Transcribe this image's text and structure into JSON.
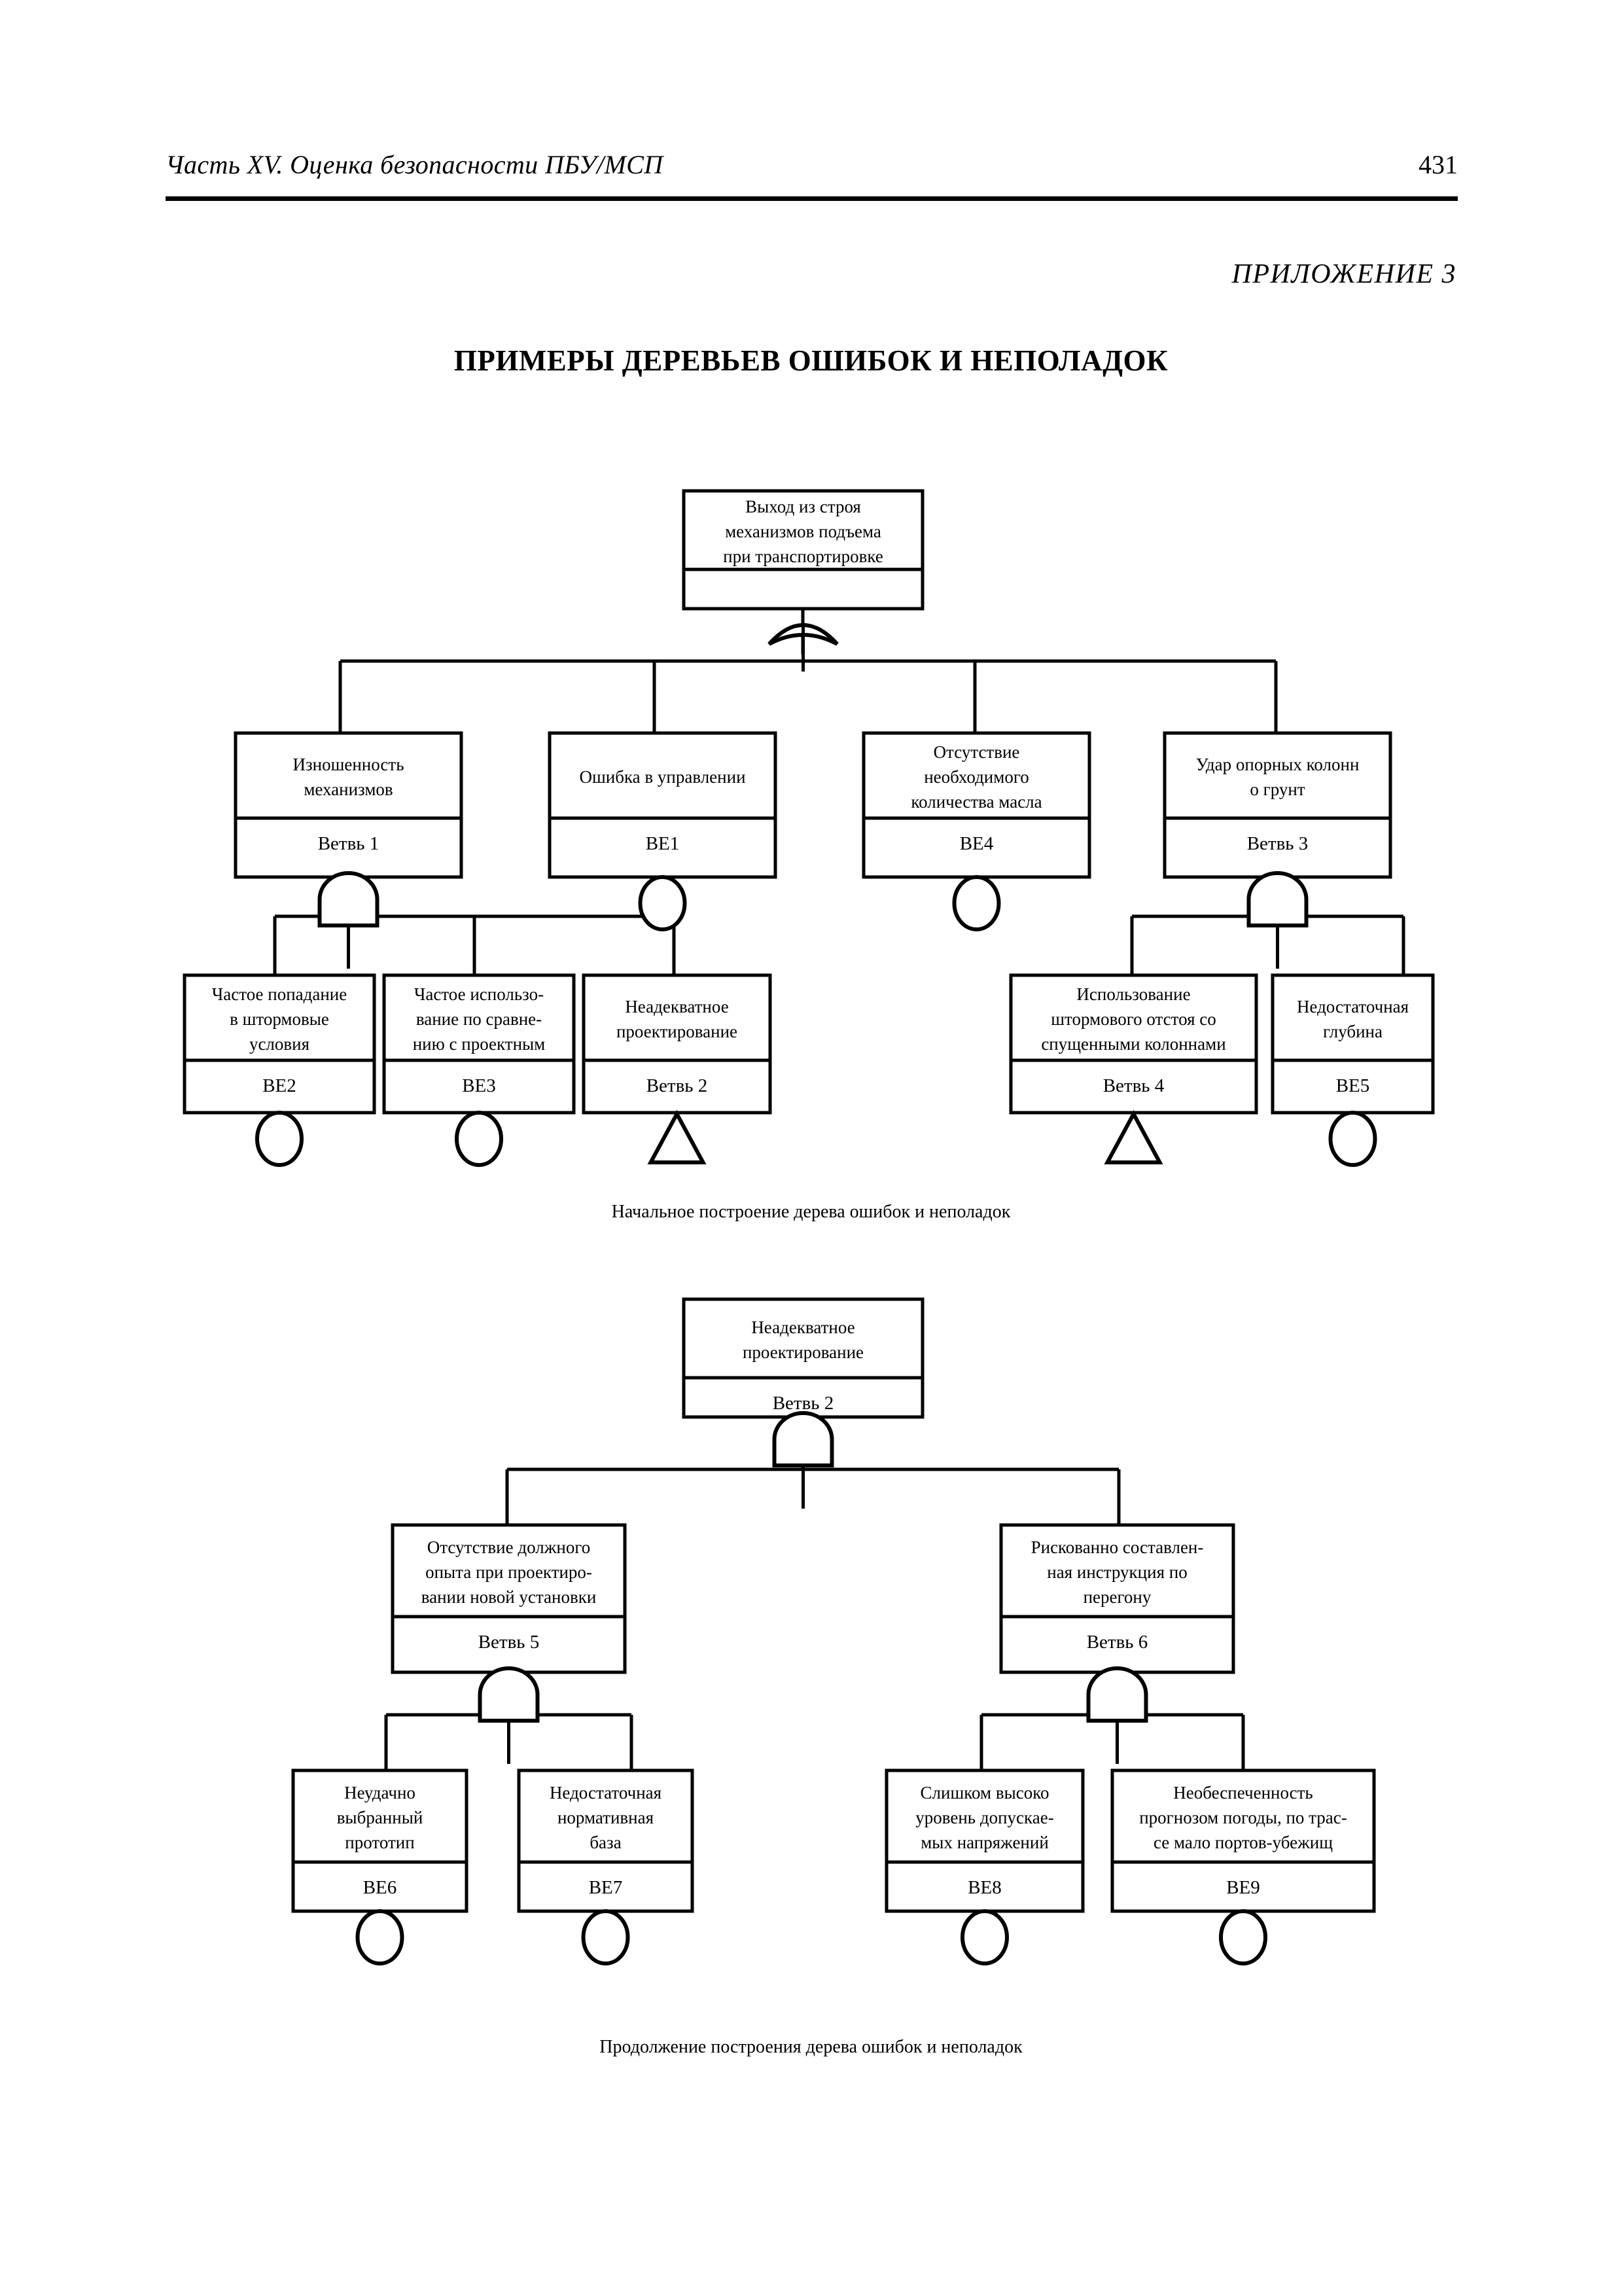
{
  "header": {
    "title": "Часть XV. Оценка безопасности ПБУ/МСП",
    "page_number": "431",
    "appendix_label": "ПРИЛОЖЕНИЕ 3"
  },
  "document": {
    "title": "ПРИМЕРЫ ДЕРЕВЬЕВ ОШИБОК И НЕПОЛАДОК"
  },
  "figures": [
    {
      "id": "figure-1",
      "caption": "Начальное построение дерева ошибок и неполадок",
      "nodes": [
        {
          "key": "top",
          "lines": [
            "Выход из строя",
            "механизмов подъема",
            "при транспортировке"
          ],
          "code": "",
          "symbol": "or-gate"
        },
        {
          "key": "n1",
          "lines": [
            "Изношенность",
            "механизмов"
          ],
          "code": "Ветвь 1",
          "symbol": "and-gate"
        },
        {
          "key": "n2",
          "lines": [
            "Ошибка в управлении"
          ],
          "code": "BE1",
          "symbol": "circle"
        },
        {
          "key": "n3",
          "lines": [
            "Отсутствие",
            "необходимого",
            "количества масла"
          ],
          "code": "BE4",
          "symbol": "circle"
        },
        {
          "key": "n4",
          "lines": [
            "Удар опорных колонн",
            "о грунт"
          ],
          "code": "Ветвь 3",
          "symbol": "and-gate"
        },
        {
          "key": "n5",
          "lines": [
            "Частое попадание",
            "в штормовые",
            "условия"
          ],
          "code": "BE2",
          "symbol": "circle"
        },
        {
          "key": "n6",
          "lines": [
            "Частое использо-",
            "вание по сравне-",
            "нию с проектным"
          ],
          "code": "BE3",
          "symbol": "circle"
        },
        {
          "key": "n7",
          "lines": [
            "Неадекватное",
            "проектирование"
          ],
          "code": "Ветвь 2",
          "symbol": "triangle"
        },
        {
          "key": "n8",
          "lines": [
            "Использование",
            "штормового отстоя со",
            "спущенными колоннами"
          ],
          "code": "Ветвь 4",
          "symbol": "triangle"
        },
        {
          "key": "n9",
          "lines": [
            "Недостаточная",
            "глубина"
          ],
          "code": "BE5",
          "symbol": "circle"
        }
      ]
    },
    {
      "id": "figure-2",
      "caption": "Продолжение построения дерева ошибок и неполадок",
      "nodes": [
        {
          "key": "top",
          "lines": [
            "Неадекватное",
            "проектирование"
          ],
          "code": "Ветвь 2",
          "symbol": "and-gate"
        },
        {
          "key": "m1",
          "lines": [
            "Отсутствие должного",
            "опыта при проектиро-",
            "вании новой установки"
          ],
          "code": "Ветвь 5",
          "symbol": "and-gate"
        },
        {
          "key": "m2",
          "lines": [
            "Рискованно составлен-",
            "ная инструкция по",
            "перегону"
          ],
          "code": "Ветвь 6",
          "symbol": "and-gate"
        },
        {
          "key": "m3",
          "lines": [
            "Неудачно",
            "выбранный",
            "прототип"
          ],
          "code": "BE6",
          "symbol": "circle"
        },
        {
          "key": "m4",
          "lines": [
            "Недостаточная",
            "нормативная",
            "база"
          ],
          "code": "BE7",
          "symbol": "circle"
        },
        {
          "key": "m5",
          "lines": [
            "Слишком высоко",
            "уровень допускае-",
            "мых напряжений"
          ],
          "code": "BE8",
          "symbol": "circle"
        },
        {
          "key": "m6",
          "lines": [
            "Необеспеченность",
            "прогнозом погоды, по трас-",
            "се мало портов-убежищ"
          ],
          "code": "BE9",
          "symbol": "circle"
        }
      ]
    }
  ]
}
